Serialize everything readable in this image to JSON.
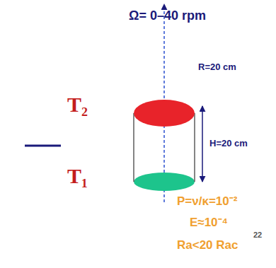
{
  "diagram": {
    "labels": [
      "Ω= 0–40 rpm",
      "T₂",
      "T₁",
      "R=20 cm",
      "H=20 cm",
      "P=ν/κ=10⁻²",
      "E≈10⁻⁴",
      "Ra<20 Rac",
      "22"
    ]
  }
}
